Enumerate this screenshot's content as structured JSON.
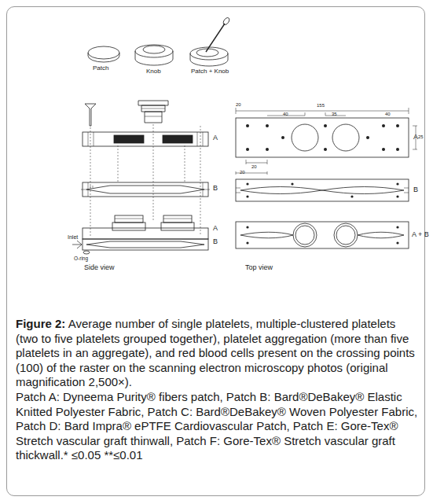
{
  "diagram": {
    "caption": "Figure 2: Average number of single platelets, multiple-clustered platelets (two to five platelets grouped together), platelet aggregation (more than five platelets in an aggregate), and red blood cells present on the crossing points (100) of the raster on the scanning electron microscopy photos (original magnification 2,500×). Patch A: Dyneema Purity® fibers patch, Patch B: Bard®DeBakey® Elastic Knitted Polyester Fabric, Patch C: Bard®DeBakey® Woven Polyester Fabric, Patch D: Bard Impra® ePTFE Cardiovascular Patch, Patch E: Gore-Tex® Stretch vascular graft thinwall, Patch F: Gore-Tex® Stretch vascular graft thickwall.* ≤0.05 **≤0.01",
    "labels": [
      "Patch",
      "Knob",
      "Patch + Knob",
      "A",
      "B",
      "A",
      "B",
      "Inlet",
      "O-ring",
      "Side view",
      "Top view",
      "A",
      "B",
      "A + B",
      "155",
      "20",
      "40",
      "35",
      "25",
      "20",
      "40",
      "20"
    ]
  }
}
